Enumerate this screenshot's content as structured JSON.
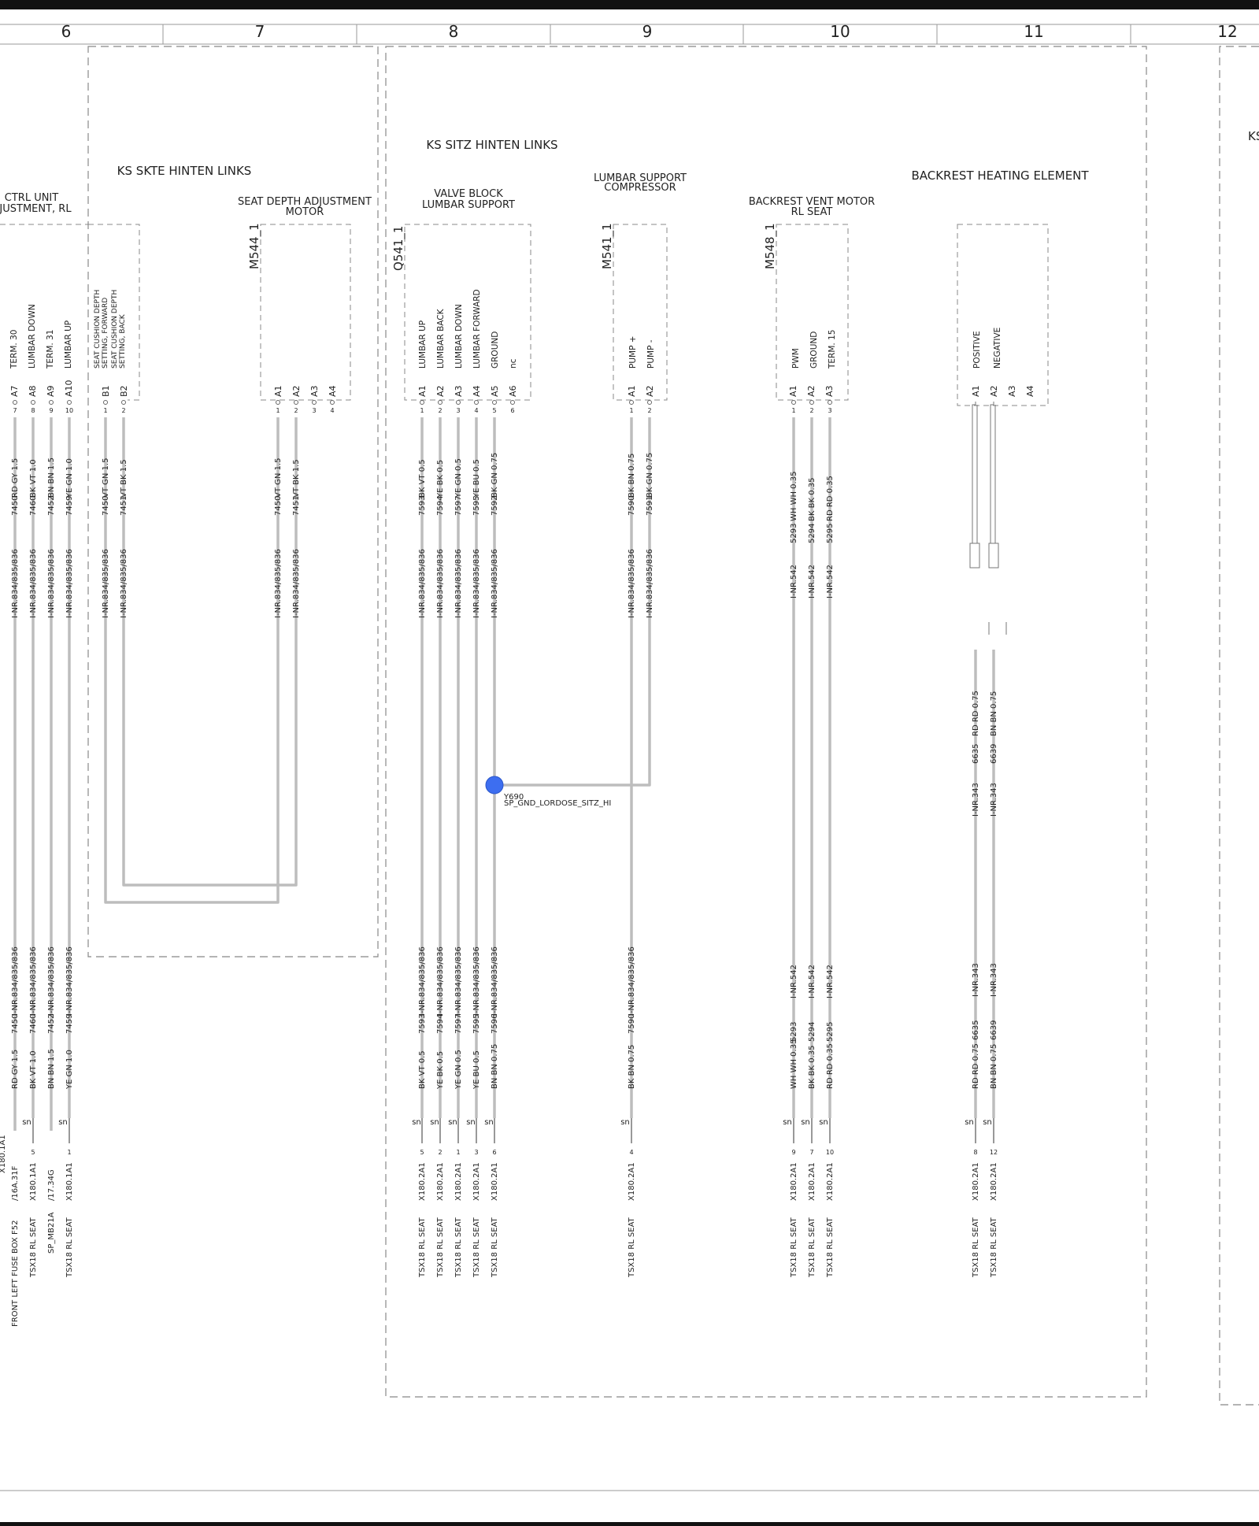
{
  "ruler": {
    "columns": [
      "6",
      "7",
      "8",
      "9",
      "10",
      "11",
      "12"
    ]
  },
  "groups": {
    "ks_skte_hinten_links": "KS SKTE HINTEN LINKS",
    "ks_sitz_hinten_links": "KS SITZ HINTEN LINKS",
    "ks_cut": "KS"
  },
  "components": {
    "ctrl_unit": {
      "line1": "CTRL UNIT",
      "line2": "JUSTMENT, RL"
    },
    "seat_depth_motor": {
      "line1": "SEAT DEPTH ADJUSTMENT",
      "line2": "MOTOR",
      "id": "M544_1"
    },
    "valve_block": {
      "line1": "VALVE BLOCK",
      "line2": "LUMBAR SUPPORT",
      "id": "Q541_1"
    },
    "lumbar_compressor": {
      "line1": "LUMBAR SUPPORT",
      "line2": "COMPRESSOR",
      "id": "M541_1"
    },
    "backrest_vent_motor": {
      "line1": "BACKREST VENT MOTOR",
      "line2": "RL SEAT",
      "id": "M548_1"
    },
    "backrest_heating": {
      "line1": "BACKREST HEATING ELEMENT"
    }
  },
  "pins": {
    "ctrl": [
      {
        "label": "TERM. 30",
        "pin": "A7",
        "num": "7"
      },
      {
        "label": "LUMBAR DOWN",
        "pin": "A8",
        "num": "8"
      },
      {
        "label": "TERM. 31",
        "pin": "A9",
        "num": "9"
      },
      {
        "label": "LUMBAR UP",
        "pin": "A10",
        "num": "10"
      }
    ],
    "skte": [
      {
        "label": "SEAT CUSHION DEPTH",
        "label2": "SETTING, FORWARD",
        "pin": "B1",
        "num": "1"
      },
      {
        "label": "SEAT CUSHION DEPTH",
        "label2": "SETTING, BACK",
        "pin": "B2",
        "num": "2"
      }
    ],
    "m544": [
      {
        "pin": "A1",
        "num": "1"
      },
      {
        "pin": "A2",
        "num": "2"
      },
      {
        "pin": "A3",
        "num": "3"
      },
      {
        "pin": "A4",
        "num": "4"
      }
    ],
    "q541": [
      {
        "label": "LUMBAR UP",
        "pin": "A1",
        "num": "1"
      },
      {
        "label": "LUMBAR BACK",
        "pin": "A2",
        "num": "2"
      },
      {
        "label": "LUMBAR DOWN",
        "pin": "A3",
        "num": "3"
      },
      {
        "label": "LUMBAR FORWARD",
        "pin": "A4",
        "num": "4"
      },
      {
        "label": "GROUND",
        "pin": "A5",
        "num": "5"
      },
      {
        "label": "nc",
        "pin": "A6",
        "num": "6"
      }
    ],
    "m541": [
      {
        "label": "PUMP +",
        "pin": "A1",
        "num": "1"
      },
      {
        "label": "PUMP -",
        "pin": "A2",
        "num": "2"
      }
    ],
    "m548": [
      {
        "label": "PWM",
        "pin": "A1",
        "num": "1"
      },
      {
        "label": "GROUND",
        "pin": "A2",
        "num": "2"
      },
      {
        "label": "TERM. 15",
        "pin": "A3",
        "num": "3"
      }
    ],
    "heat": [
      {
        "label": "POSITIVE",
        "pin": "A1"
      },
      {
        "label": "NEGATIVE",
        "pin": "A2"
      },
      {
        "label": "",
        "pin": "A3"
      },
      {
        "label": "",
        "pin": "A4"
      }
    ]
  },
  "wires_upper": [
    {
      "color": "RD GY 1.5",
      "circuit": "7450",
      "nr": "I-NR.834/835/836"
    },
    {
      "color": "BK VT 1.0",
      "circuit": "7460",
      "nr": "I-NR.834/835/836"
    },
    {
      "color": "BN BN 1.5",
      "circuit": "7452",
      "nr": "I-NR.834/835/836"
    },
    {
      "color": "YE GN 1.0",
      "circuit": "7459",
      "nr": "I-NR.834/835/836"
    },
    {
      "color": "VT GN 1.5",
      "circuit": "7450",
      "nr": "I-NR.834/835/836"
    },
    {
      "color": "VT BK 1.5",
      "circuit": "7451",
      "nr": "I-NR.834/835/836"
    },
    {
      "color": "VT GN 1.5",
      "circuit": "7450",
      "nr": "I-NR.834/835/836"
    },
    {
      "color": "VT BK 1.5",
      "circuit": "7451",
      "nr": "I-NR.834/835/836"
    },
    {
      "color": "BK VT 0.5",
      "circuit": "7593",
      "nr": "I-NR.834/835/836"
    },
    {
      "color": "YE BK 0.5",
      "circuit": "7594",
      "nr": "I-NR.834/835/836"
    },
    {
      "color": "YE GN 0.5",
      "circuit": "7597",
      "nr": "I-NR.834/835/836"
    },
    {
      "color": "YE BU 0.5",
      "circuit": "7595",
      "nr": "I-NR.834/835/836"
    },
    {
      "color": "BK GN 0.75",
      "circuit": "7592",
      "nr": "I-NR.834/835/836"
    },
    {
      "color": "BK BN 0.75",
      "circuit": "7590",
      "nr": "I-NR.834/835/836"
    },
    {
      "color": "BK GN 0.75",
      "circuit": "7591",
      "nr": "I-NR.834/835/836"
    },
    {
      "color": "WH WH 0.35",
      "circuit": "5293",
      "nr": "I-NR.542"
    },
    {
      "color": "BK BK 0.35",
      "circuit": "5294",
      "nr": "I-NR.542"
    },
    {
      "color": "RD RD 0.35",
      "circuit": "5295",
      "nr": "I-NR.542"
    }
  ],
  "wires_heat": [
    {
      "color": "RD RD 0.75",
      "circuit": "6635",
      "nr": "I-NR.343"
    },
    {
      "color": "BN BN 0.75",
      "circuit": "6639",
      "nr": "I-NR.343"
    }
  ],
  "wires_lower": [
    {
      "color": "RD GY 1.5",
      "circuit": "7450",
      "nr": "I-NR.834/835/836"
    },
    {
      "color": "BK VT 1.0",
      "circuit": "7460",
      "nr": "I-NR.834/835/836"
    },
    {
      "color": "BN BN 1.5",
      "circuit": "7452",
      "nr": "I-NR.834/835/836"
    },
    {
      "color": "YE GN 1.0",
      "circuit": "7459",
      "nr": "I-NR.834/835/836"
    },
    {
      "color": "BK VT 0.5",
      "circuit": "7593",
      "nr": "I-NR.834/835/836"
    },
    {
      "color": "YE BK 0.5",
      "circuit": "7594",
      "nr": "I-NR.834/835/836"
    },
    {
      "color": "YE GN 0.5",
      "circuit": "7597",
      "nr": "I-NR.834/835/836"
    },
    {
      "color": "YE BU 0.5",
      "circuit": "7595",
      "nr": "I-NR.834/835/836"
    },
    {
      "color": "BN BN 0.75",
      "circuit": "7596",
      "nr": "I-NR.834/835/836"
    },
    {
      "color": "BK BN 0.75",
      "circuit": "7590",
      "nr": "I-NR.834/835/836"
    },
    {
      "color": "WH WH 0.35",
      "circuit": "5293",
      "nr": "I-NR.542"
    },
    {
      "color": "BK BK 0.35",
      "circuit": "5294",
      "nr": "I-NR.542"
    },
    {
      "color": "RD RD 0.35",
      "circuit": "5295",
      "nr": "I-NR.542"
    },
    {
      "color": "RD RD 0.75",
      "circuit": "6635",
      "nr": "I-NR.343"
    },
    {
      "color": "BN BN 0.75",
      "circuit": "6639",
      "nr": "I-NR.343"
    }
  ],
  "splice": {
    "id": "Y690",
    "name": "SP_GND_LORDOSE_SITZ_HI",
    "color": "#3d6ef0"
  },
  "shield_label": "sn",
  "bottom_connectors": [
    {
      "num": "",
      "connector": "X180.1A1",
      "line2": "/16A.31F",
      "name": "FRONT LEFT FUSE BOX F52"
    },
    {
      "num": "5",
      "connector": "X180.1A1",
      "name": "TSX18 RL SEAT"
    },
    {
      "num": "",
      "connector": "/17.34G",
      "name": "SP_MB21A"
    },
    {
      "num": "1",
      "connector": "X180.1A1",
      "name": "TSX18 RL SEAT"
    },
    {
      "num": "5",
      "connector": "X180.2A1",
      "name": "TSX18 RL SEAT"
    },
    {
      "num": "2",
      "connector": "X180.2A1",
      "name": "TSX18 RL SEAT"
    },
    {
      "num": "1",
      "connector": "X180.2A1",
      "name": "TSX18 RL SEAT"
    },
    {
      "num": "3",
      "connector": "X180.2A1",
      "name": "TSX18 RL SEAT"
    },
    {
      "num": "6",
      "connector": "X180.2A1",
      "name": "TSX18 RL SEAT"
    },
    {
      "num": "4",
      "connector": "X180.2A1",
      "name": "TSX18 RL SEAT"
    },
    {
      "num": "9",
      "connector": "X180.2A1",
      "name": "TSX18 RL SEAT"
    },
    {
      "num": "7",
      "connector": "X180.2A1",
      "name": "TSX18 RL SEAT"
    },
    {
      "num": "10",
      "connector": "X180.2A1",
      "name": "TSX18 RL SEAT"
    },
    {
      "num": "8",
      "connector": "X180.2A1",
      "name": "TSX18 RL SEAT"
    },
    {
      "num": "12",
      "connector": "X180.2A1",
      "name": "TSX18 RL SEAT"
    }
  ]
}
